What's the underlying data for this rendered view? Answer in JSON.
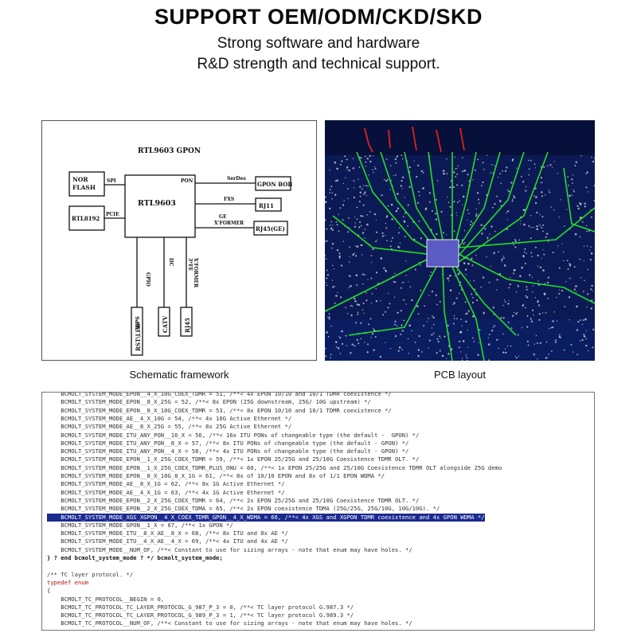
{
  "header": {
    "title": "SUPPORT OEM/ODM/CKD/SKD",
    "subtitle_line1": "Strong software and hardware",
    "subtitle_line2": "R&D strength and technical support."
  },
  "schematic": {
    "caption": "Schematic framework",
    "heading": "RTL9603   GPON",
    "chip": "RTL9603",
    "nor_flash_1": "NOR",
    "nor_flash_2": "FLASH",
    "rtl8192": "RTL8192",
    "spi": "SPI",
    "pcie": "PCIE",
    "pon": "PON",
    "serdes": "SerDes",
    "gpon_bob": "GPON BOB",
    "fxs": "FXS",
    "rj11": "RJ11",
    "ge_1": "GE",
    "ge_2": "X'FORMER",
    "rj45ge": "RJ45(GE)",
    "gpio": "GPIO",
    "iic": "IIC",
    "fe_1": "3*FE",
    "fe_2": "X'FORMER",
    "rst_led": "RST\\LED",
    "wps": "WPS",
    "catv": "CATV",
    "rj45": "RJ45"
  },
  "pcb": {
    "caption": "PCB layout",
    "background": "#0b1a55",
    "trace_color": "#22e022",
    "pad_color": "#e8e8e8",
    "highlight_color": "#e02020"
  },
  "code": {
    "lines": [
      {
        "t": "    BCMOLT_SYSTEM_MODE_EPON__4_X_10G_COEX_TDMR = 51, /**< 4x EPON 10/10 and 10/1 TDMR coexistence */"
      },
      {
        "t": "    BCMOLT_SYSTEM_MODE_EPON__8_X_25G = 52, /**< 8x EPON (25G downstream, 25G/ 10G upstream) */"
      },
      {
        "t": "    BCMOLT_SYSTEM_MODE_EPON__8_X_10G_COEX_TDMR = 53, /**< 8x EPON 10/10 and 10/1 TDMR coexistence */"
      },
      {
        "t": "    BCMOLT_SYSTEM_MODE_AE__4_X_10G = 54, /**< 4x 10G Active Ethernet */"
      },
      {
        "t": "    BCMOLT_SYSTEM_MODE_AE__8_X_25G = 55, /**< 8x 25G Active Ethernet */"
      },
      {
        "t": "    BCMOLT_SYSTEM_MODE_ITU_ANY_PON__16_X = 56, /**< 16x ITU PONs of changeable type (the default -  GPON) */"
      },
      {
        "t": "    BCMOLT_SYSTEM_MODE_ITU_ANY_PON__8_X = 57, /**< 8x ITU PONs of changeable type (the default - GPON) */"
      },
      {
        "t": "    BCMOLT_SYSTEM_MODE_ITU_ANY_PON__4_X = 58, /**< 4x ITU PONs of changeable type (the default - GPON) */"
      },
      {
        "t": "    BCMOLT_SYSTEM_MODE_EPON__1_X_25G_COEX_TDMR = 59, /**< 1x EPON 25/25G and 25/10G Coexistence TDMR OLT. */"
      },
      {
        "t": "    BCMOLT_SYSTEM_MODE_EPON__1_X_25G_COEX_TDMR_PLUS_ONU = 60, /**< 1x EPON 25/25G and 25/10G Coexistence TDMR OLT alongside 25G demo"
      },
      {
        "t": "    BCMOLT_SYSTEM_MODE_EPON__8_X_10G_8_X_1G = 61, /**< 8x of 10/10 EPON and 8x of 1/1 EPON WDMA */"
      },
      {
        "t": "    BCMOLT_SYSTEM_MODE_AE__8_X_1G = 62, /**< 8x 1G Active Ethernet */"
      },
      {
        "t": "    BCMOLT_SYSTEM_MODE_AE__4_X_1G = 63, /**< 4x 1G Active Ethernet */"
      },
      {
        "t": "    BCMOLT_SYSTEM_MODE_EPON__2_X_25G_COEX_TDMR = 64, /**< 2x EPON 25/25G and 25/10G Coexistence TDMR OLT. */"
      },
      {
        "t": "    BCMOLT_SYSTEM_MODE_EPON__2_X_25G_COEX_TDMA = 65, /**< 2x EPON coexistence TDMA (25G/25G, 25G/10G, 10G/10G). */"
      },
      {
        "t": "    BCMOLT_SYSTEM_MODE_XGS_XGPON__4_X_COEX_TDMR_GPON__4_X_WDMA = 66, /**< 4x XGS and XGPON TDMR coexistence and 4x GPON WDMA */",
        "hl": true
      },
      {
        "t": "    BCMOLT_SYSTEM_MODE_GPON__1_X = 67, /**< 1x GPON */"
      },
      {
        "t": "    BCMOLT_SYSTEM_MODE_ITU__8_X_AE__8_X = 68, /**< 8x ITU and 8x AE */"
      },
      {
        "t": "    BCMOLT_SYSTEM_MODE_ITU__4_X_AE__4_X = 69, /**< 4x ITU and 4x AE */"
      },
      {
        "t": "    BCMOLT_SYSTEM_MODE__NUM_OF, /**< Constant to use for sizing arrays - note that enum may have holes. */"
      },
      {
        "t": "} ? end bcmolt_system_mode ? */ bcmolt_system_mode;"
      },
      {
        "t": ""
      },
      {
        "t": "/** TC layer protocol. */"
      },
      {
        "t": "typedef enum",
        "kw": true
      },
      {
        "t": "{"
      },
      {
        "t": "    BCMOLT_TC_PROTOCOL__BEGIN = 0,"
      },
      {
        "t": "    BCMOLT_TC_PROTOCOL_TC_LAYER_PROTOCOL_G_987_P_3 = 0, /**< TC layer protocol G.987.3 */"
      },
      {
        "t": "    BCMOLT_TC_PROTOCOL_TC_LAYER_PROTOCOL_G_989_P_3 = 1, /**< TC layer protocol G.989.3 */"
      },
      {
        "t": "    BCMOLT_TC_PROTOCOL__NUM_OF, /**< Constant to use for sizing arrays - note that enum may have holes. */"
      }
    ]
  }
}
